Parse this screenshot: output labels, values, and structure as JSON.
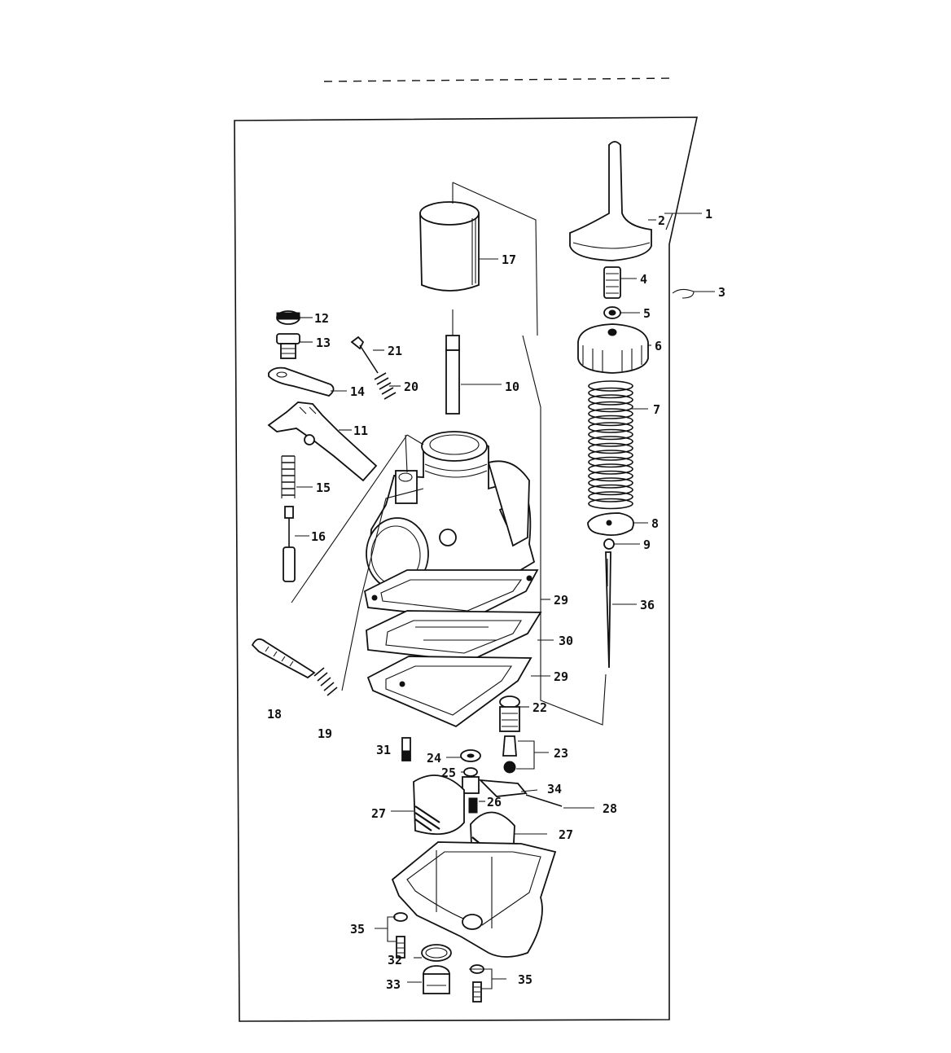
{
  "labels": {
    "p1": "1",
    "p2": "2",
    "p3": "3",
    "p4": "4",
    "p5": "5",
    "p6": "6",
    "p7": "7",
    "p8": "8",
    "p9": "9",
    "p10": "10",
    "p11": "11",
    "p12": "12",
    "p13": "13",
    "p14": "14",
    "p15": "15",
    "p16": "16",
    "p17": "17",
    "p18": "18",
    "p19": "19",
    "p20": "20",
    "p21": "21",
    "p22": "22",
    "p23": "23",
    "p24": "24",
    "p25": "25",
    "p26": "26",
    "p27a": "27",
    "p27b": "27",
    "p28": "28",
    "p29a": "29",
    "p29b": "29",
    "p30": "30",
    "p31": "31",
    "p32": "32",
    "p33": "33",
    "p34": "34",
    "p35a": "35",
    "p35b": "35",
    "p36": "36"
  }
}
